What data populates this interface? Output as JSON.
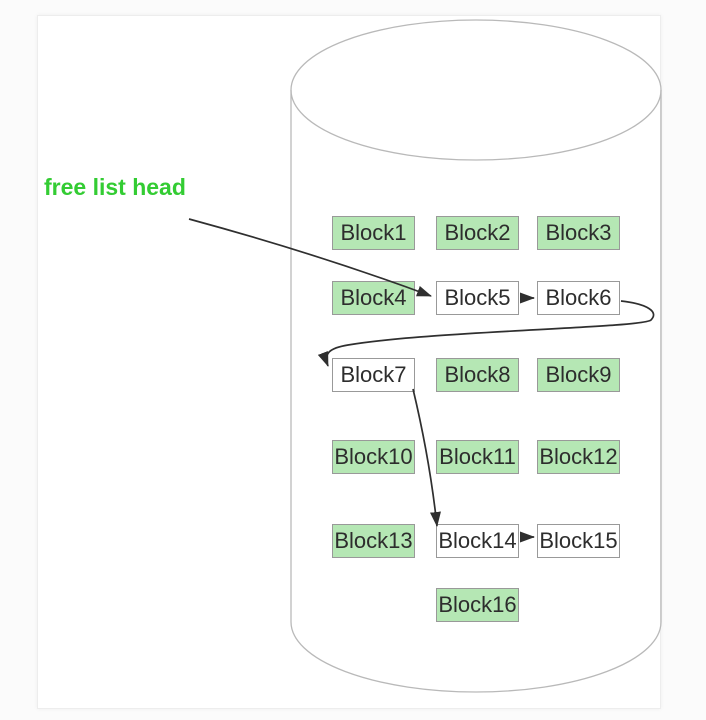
{
  "free_list_label": {
    "text": "free list head",
    "color": "#33cc33"
  },
  "colors": {
    "used_fill": "#b5e7b4",
    "free_fill": "#ffffff",
    "block_border": "#999999",
    "block_text": "#2d2d2d",
    "cylinder_stroke": "#b9b9b9",
    "arrow": "#2f2f2f",
    "canvas_background": "#ffffff"
  },
  "blocks": [
    {
      "label": "Block1",
      "status": "used"
    },
    {
      "label": "Block2",
      "status": "used"
    },
    {
      "label": "Block3",
      "status": "used"
    },
    {
      "label": "Block4",
      "status": "used"
    },
    {
      "label": "Block5",
      "status": "free"
    },
    {
      "label": "Block6",
      "status": "free"
    },
    {
      "label": "Block7",
      "status": "free"
    },
    {
      "label": "Block8",
      "status": "used"
    },
    {
      "label": "Block9",
      "status": "used"
    },
    {
      "label": "Block10",
      "status": "used"
    },
    {
      "label": "Block11",
      "status": "used"
    },
    {
      "label": "Block12",
      "status": "used"
    },
    {
      "label": "Block13",
      "status": "used"
    },
    {
      "label": "Block14",
      "status": "free"
    },
    {
      "label": "Block15",
      "status": "free"
    },
    {
      "label": "Block16",
      "status": "used"
    }
  ],
  "connections": [
    {
      "from": "free list head",
      "to": "Block5"
    },
    {
      "from": "Block5",
      "to": "Block6"
    },
    {
      "from": "Block6",
      "to": "Block7"
    },
    {
      "from": "Block7",
      "to": "Block14"
    },
    {
      "from": "Block14",
      "to": "Block15"
    }
  ]
}
